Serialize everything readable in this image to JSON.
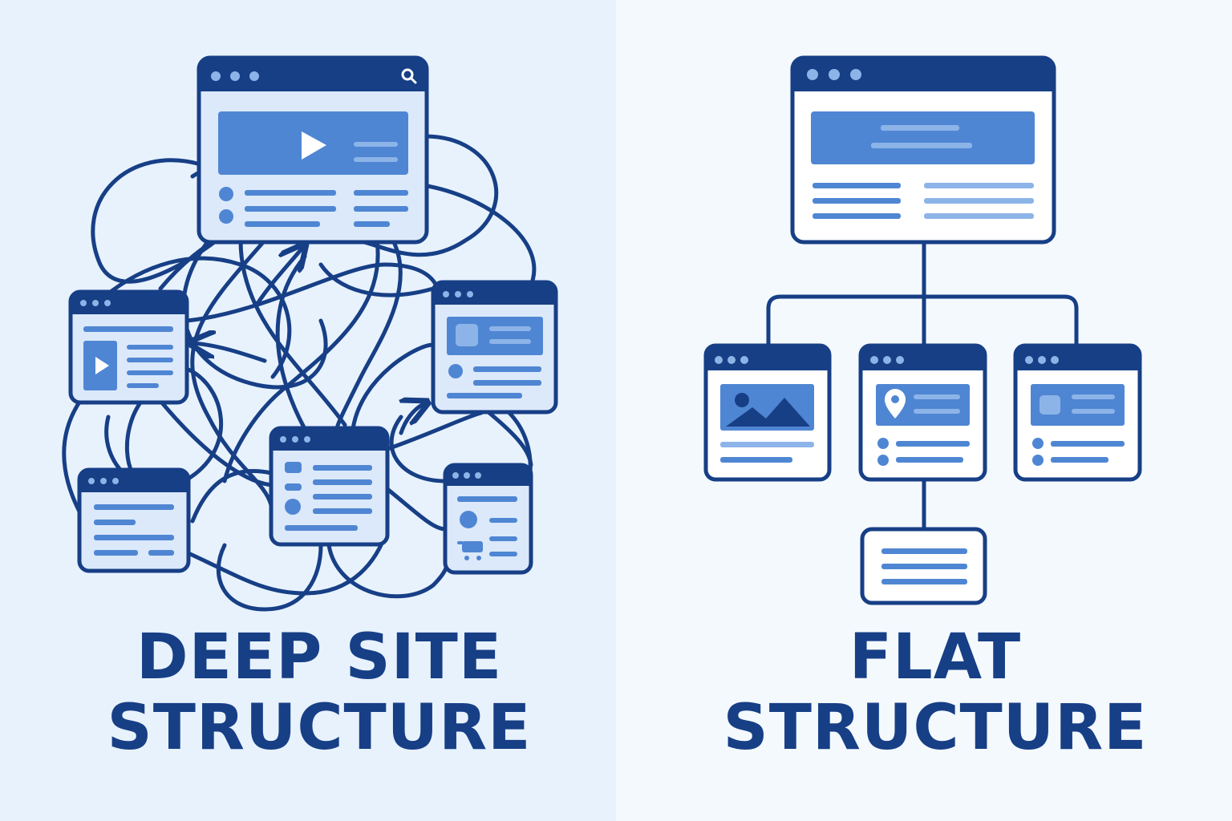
{
  "colors": {
    "left_background": "#e8f2fd",
    "right_background": "#f4f9fe",
    "navy": "#173f86",
    "window_fill": "#dce9fa",
    "accent": "#4f86d3",
    "light_accent": "#8db4e8"
  },
  "left_panel": {
    "title_line1": "DEEP SITE",
    "title_line2": "STRUCTURE",
    "icons": [
      "search-icon",
      "play-icon",
      "play-icon",
      "avatar-icon",
      "cart-icon"
    ]
  },
  "right_panel": {
    "title_line1": "FLAT",
    "title_line2": "STRUCTURE",
    "icons": [
      "image-icon",
      "location-pin-icon"
    ]
  }
}
